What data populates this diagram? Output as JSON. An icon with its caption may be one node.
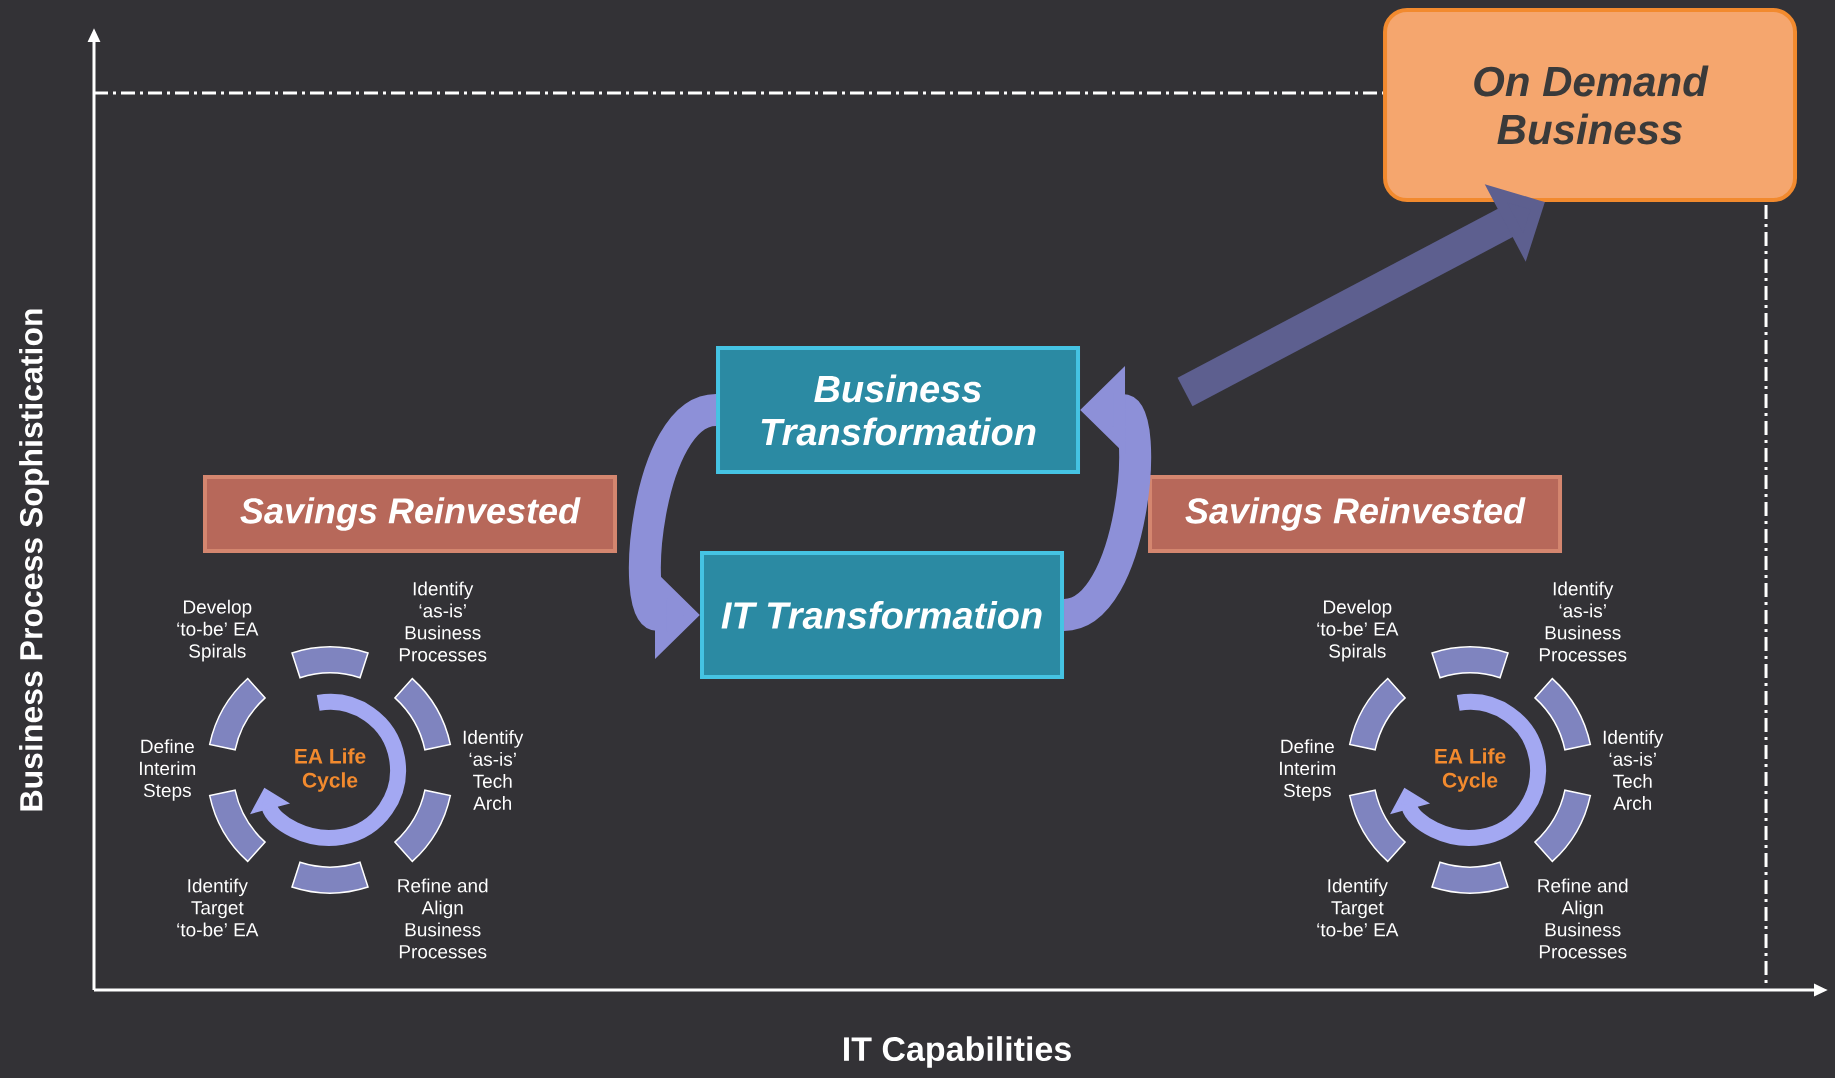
{
  "diagram": {
    "nodes": [
      {
        "text": [
          "On Demand Business"
        ]
      },
      {
        "text": [
          "Business Transformation"
        ]
      },
      {
        "text": [
          "Savings Reinvested"
        ]
      },
      {
        "text": [
          "IT Transformation"
        ]
      },
      {
        "text": [
          "Savings Reinvested"
        ]
      }
    ],
    "edges": [
      {
        "from": 1,
        "to": 3,
        "arrow": "to"
      },
      {
        "from": 3,
        "to": 1,
        "arrow": "to"
      },
      {
        "from": null,
        "to": 0,
        "arrow": "to",
        "color": "#5d5f8f"
      }
    ],
    "labels": [
      "Business Process Sophistication",
      "Develop ‘to-be’ EA Spirals",
      "Identify ‘as-is’ Business Processes",
      "EA Life Cycle",
      "Define Interim Steps",
      "Identify ‘as-is’ Tech Arch",
      "Identify Target ‘to-be’ EA",
      "Refine and Align Business Processes",
      "Develop ‘to-be’ EA Spirals",
      "Identify ‘as-is’ Business Processes",
      "EA Life Cycle",
      "Define Interim Steps",
      "Identify ‘as-is’ Tech Arch",
      "Identify Target ‘to-be’ EA",
      "Refine and Align Business Processes",
      "IT Capabilities"
    ]
  }
}
